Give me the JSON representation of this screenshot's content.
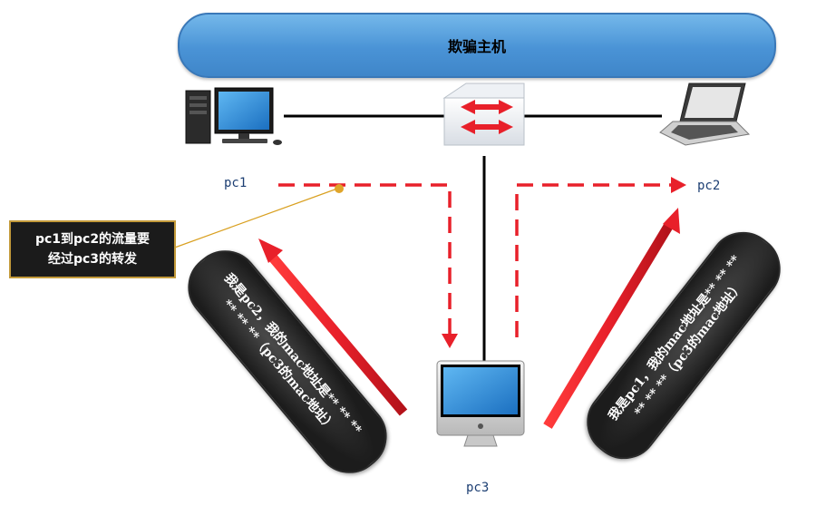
{
  "banner": {
    "title": "欺骗主机"
  },
  "nodes": {
    "pc1": "pc1",
    "pc2": "pc2",
    "pc3": "pc3"
  },
  "note": {
    "text": "pc1到pc2的流量要\n经过pc3的转发"
  },
  "messages": {
    "left": "我是pc2，我的mac地址是** ** **\n** ** **（pc3的mac地址）",
    "right": "我是pc1，我的mac地址是** ** **\n** ** **（pc3的mac地址）"
  },
  "colors": {
    "arrow": "#e8202a",
    "link": "#000000",
    "banner": "#4a93d6",
    "label": "#1d3f73"
  },
  "icons": [
    "desktop-computer-icon",
    "network-switch-icon",
    "laptop-icon",
    "imac-computer-icon"
  ]
}
